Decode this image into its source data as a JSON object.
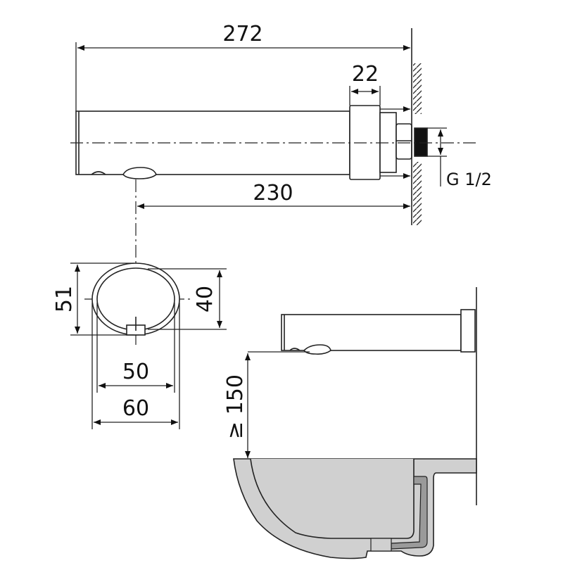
{
  "dimensions": {
    "total_length": "272",
    "mount_width": "22",
    "outlet_to_wall": "230",
    "thread": "G 1/2",
    "section_height_outer": "51",
    "section_height_inner": "40",
    "section_width_inner": "50",
    "section_width_outer": "60",
    "min_height_above_basin": "≥ 150"
  },
  "colors": {
    "line": "#222222",
    "basin": "#d0d0d0",
    "drain": "#9a9a9a"
  }
}
